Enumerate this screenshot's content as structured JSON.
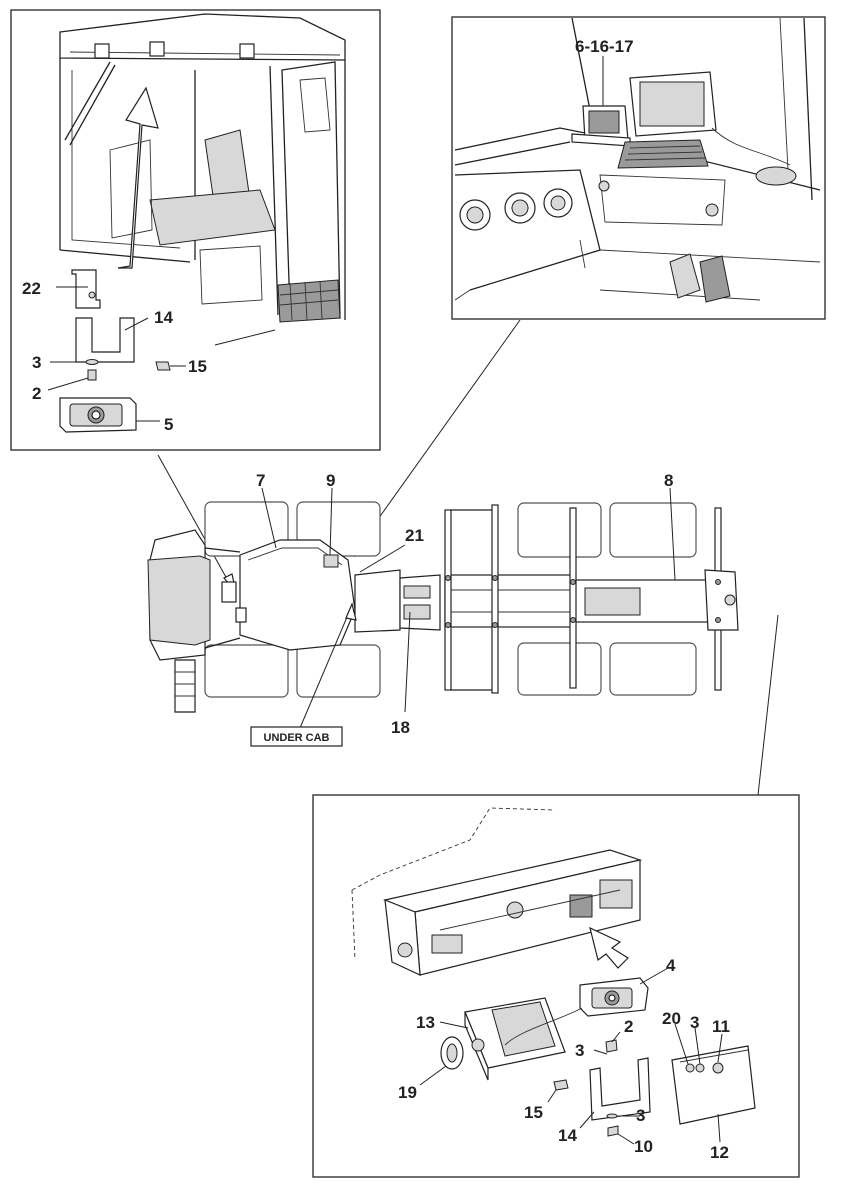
{
  "callouts": {
    "n22": "22",
    "n14a": "14",
    "n3a": "3",
    "n15a": "15",
    "n2a": "2",
    "n5": "5",
    "n61617": "6-16-17",
    "n7": "7",
    "n9": "9",
    "n21": "21",
    "n8": "8",
    "n18": "18",
    "n4": "4",
    "n13": "13",
    "n2b": "2",
    "n20": "20",
    "n3b": "3",
    "n11": "11",
    "n3c": "3",
    "n19": "19",
    "n15b": "15",
    "n3d": "3",
    "n14b": "14",
    "n10": "10",
    "n12": "12"
  },
  "tags": {
    "under_cab": "UNDER CAB"
  }
}
